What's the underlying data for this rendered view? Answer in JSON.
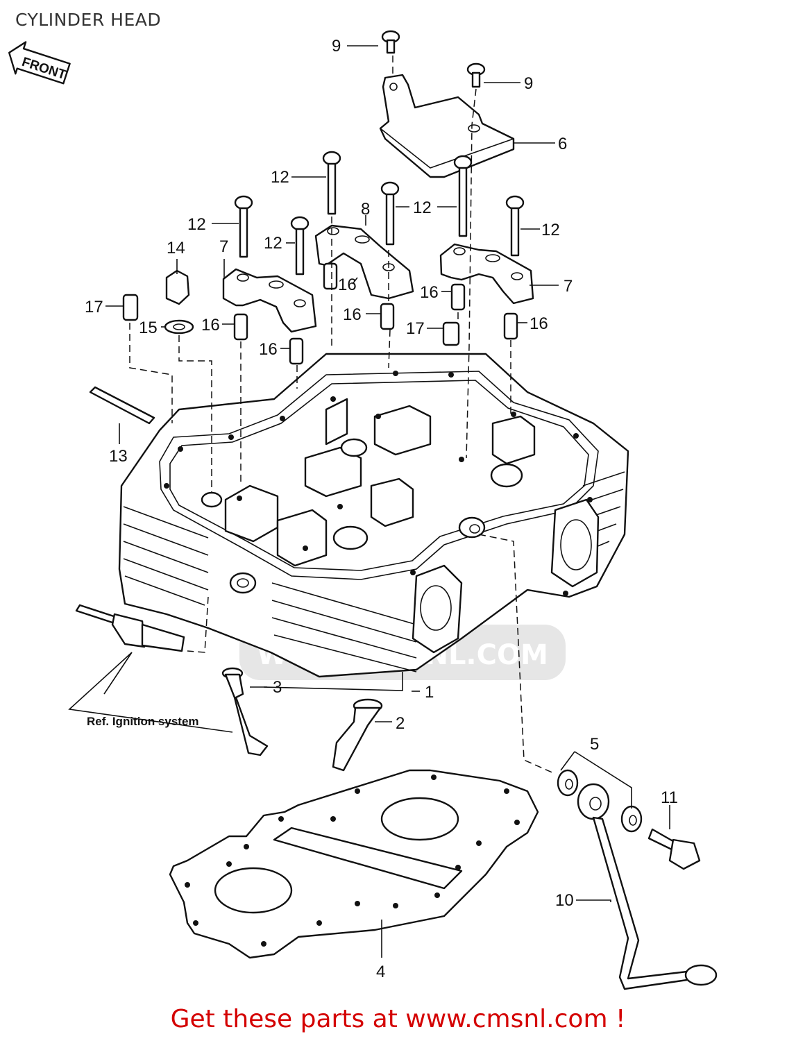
{
  "title": "CYLINDER HEAD",
  "front_arrow": "FRONT",
  "watermark": "WWW.CMSNL.COM",
  "reference_note": "Ref. Ignition system",
  "footer": "Get these parts at www.cmsnl.com !",
  "colors": {
    "footer": "#d40000",
    "line": "#111111",
    "title": "#333333"
  },
  "callouts": {
    "c1": "1",
    "c2": "2",
    "c3": "3",
    "c4": "4",
    "c5": "5",
    "c6": "6",
    "c7a": "7",
    "c7b": "7",
    "c8": "8",
    "c9a": "9",
    "c9b": "9",
    "c10": "10",
    "c11": "11",
    "c12a": "12",
    "c12b": "12",
    "c12c": "12",
    "c12d": "12",
    "c12e": "12",
    "c13": "13",
    "c14": "14",
    "c15": "15",
    "c16a": "16",
    "c16b": "16",
    "c16c": "16",
    "c16d": "16",
    "c16e": "16",
    "c16f": "16",
    "c17a": "17",
    "c17b": "17"
  }
}
